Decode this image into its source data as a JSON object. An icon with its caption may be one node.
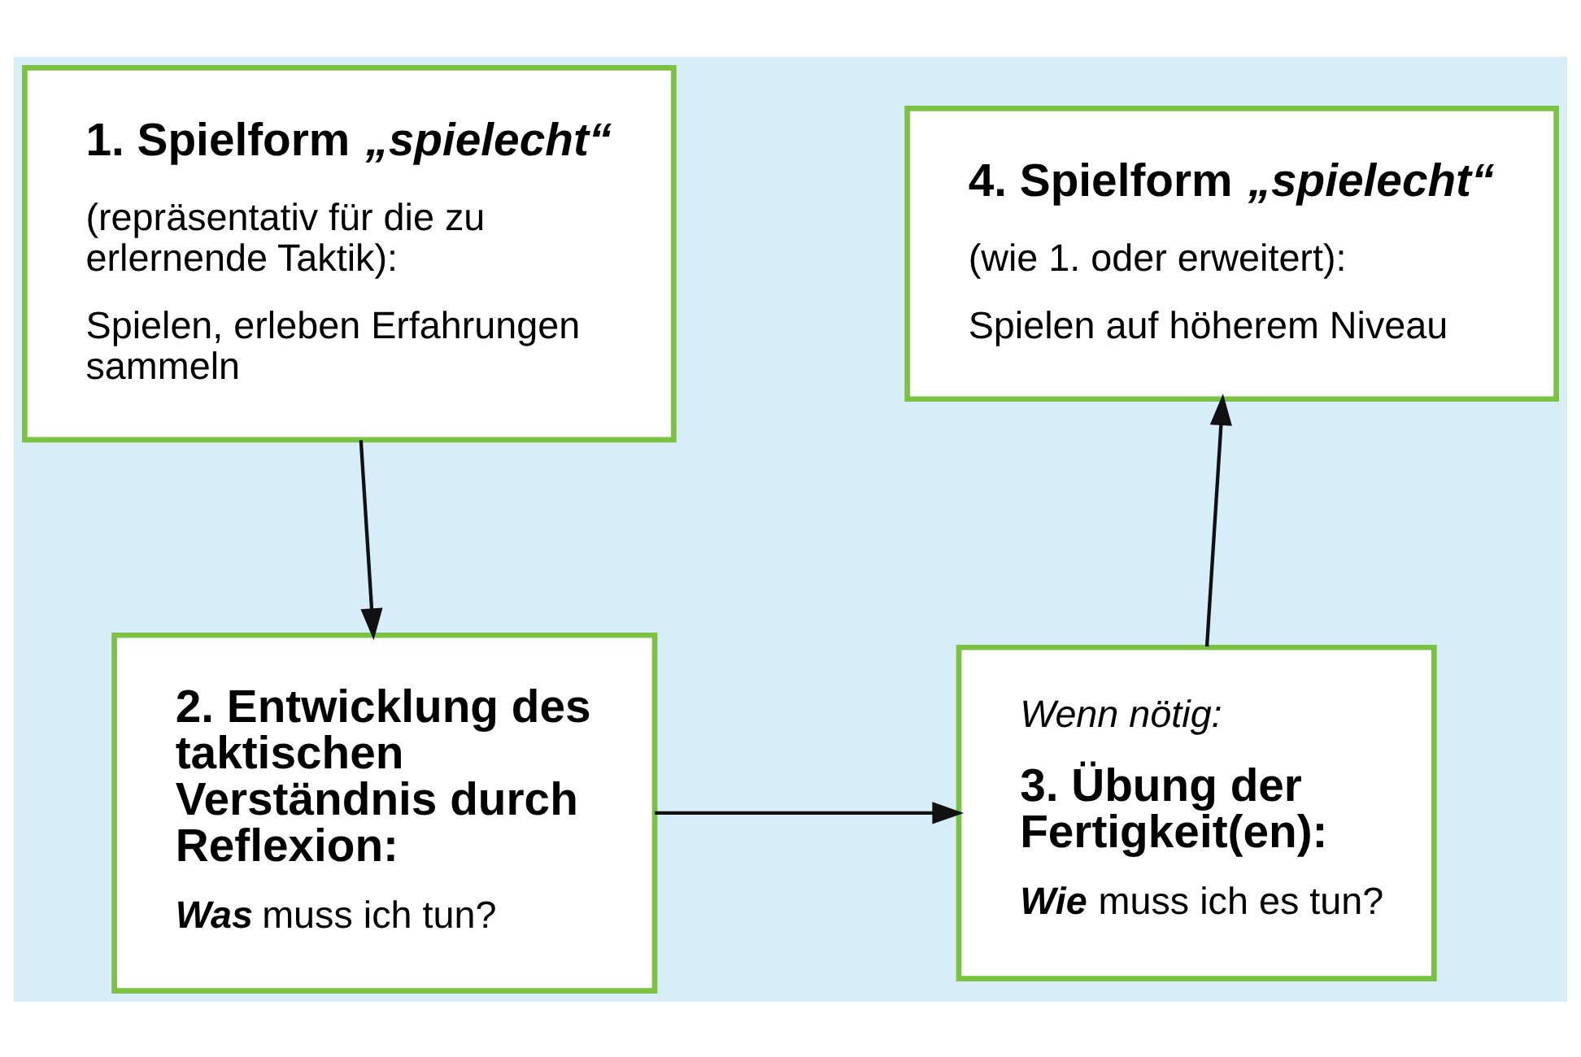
{
  "diagram": {
    "nodes": [
      {
        "text": [
          "1. Spielform *„spielecht“*",
          "(repräsentativ für die zu erlernende Taktik):",
          "Spielen, erleben Erfahrungen sammeln"
        ]
      },
      {
        "text": [
          "2. Entwicklung des taktischen Verständnis durch Reflexion:",
          "**Was** muss ich tun?"
        ]
      },
      {
        "text": [
          "Wenn nötig:",
          "3. Übung der Fertigkeit(en):",
          "**Wie** muss ich es tun?"
        ]
      },
      {
        "text": [
          "4. Spielform *„spielecht“*",
          "(wie 1. oder erweitert):",
          "Spielen auf höherem Niveau"
        ]
      }
    ],
    "edges": [
      {
        "from": 0,
        "to": 1,
        "arrow": "to"
      },
      {
        "from": 1,
        "to": 2,
        "arrow": "to"
      },
      {
        "from": 2,
        "to": 3,
        "arrow": "to"
      }
    ]
  }
}
